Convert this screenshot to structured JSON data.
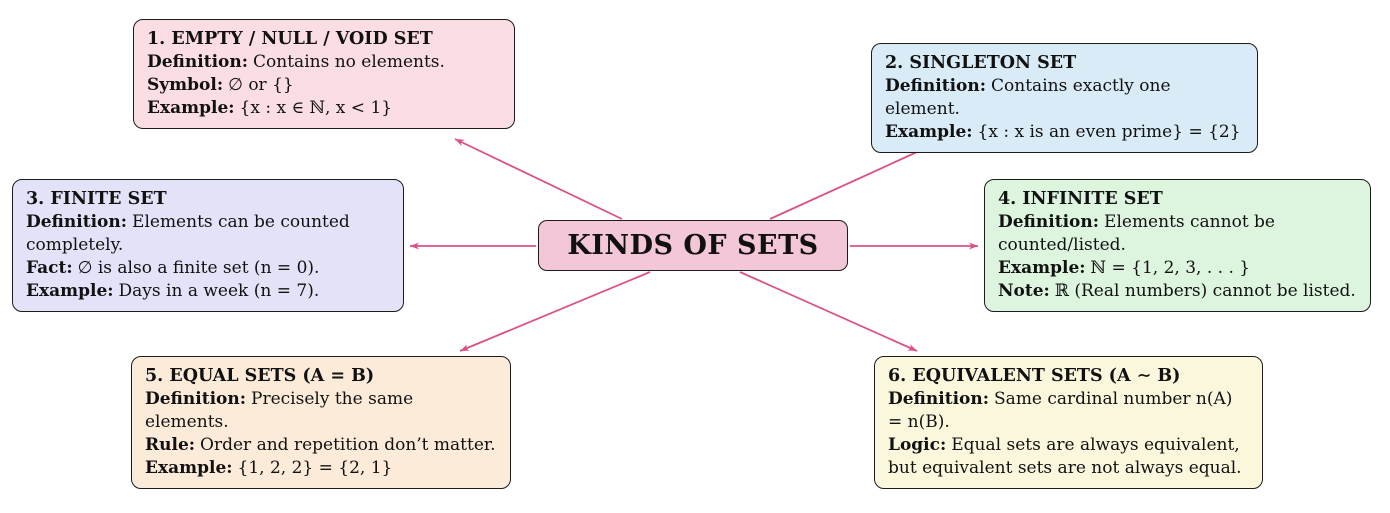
{
  "diagram": {
    "title": "Kinds of Sets concept map",
    "center": {
      "id": "kinds-of-sets",
      "label": "KINDS OF SETS",
      "bg_color": "#f3c6d8"
    },
    "arrow_color": "#db5087",
    "border_color": "#1c1c1c",
    "boxes": [
      {
        "id": "empty-null-void-set",
        "title": "1. EMPTY / NULL / VOID SET",
        "bg_color": "#fbdee3",
        "lines": [
          {
            "label": "Definition:",
            "text": "Contains no elements."
          },
          {
            "label": "Symbol:",
            "text": "∅ or {}"
          },
          {
            "label": "Example:",
            "text": "{x : x ∈ ℕ, x < 1}"
          }
        ]
      },
      {
        "id": "singleton-set",
        "title": "2. SINGLETON SET",
        "bg_color": "#d8ebf7",
        "lines": [
          {
            "label": "Definition:",
            "text": "Contains exactly one element."
          },
          {
            "label": "Example:",
            "text": "{x : x is an even prime} = {2}"
          }
        ]
      },
      {
        "id": "finite-set",
        "title": "3. FINITE SET",
        "bg_color": "#e2e2f8",
        "lines": [
          {
            "label": "Definition:",
            "text": "Elements can be counted completely."
          },
          {
            "label": "Fact:",
            "text": "∅ is also a finite set (n = 0)."
          },
          {
            "label": "Example:",
            "text": "Days in a week (n = 7)."
          }
        ]
      },
      {
        "id": "infinite-set",
        "title": "4. INFINITE SET",
        "bg_color": "#ddf5df",
        "lines": [
          {
            "label": "Definition:",
            "text": "Elements cannot be counted/listed."
          },
          {
            "label": "Example:",
            "text": "ℕ = {1, 2, 3, . . . }"
          },
          {
            "label": "Note:",
            "text": "ℝ (Real numbers) cannot be listed."
          }
        ]
      },
      {
        "id": "equal-sets",
        "title": "5. EQUAL SETS (A = B)",
        "bg_color": "#fcebd9",
        "lines": [
          {
            "label": "Definition:",
            "text": "Precisely the same elements."
          },
          {
            "label": "Rule:",
            "text": "Order and repetition don’t matter."
          },
          {
            "label": "Example:",
            "text": "{1, 2, 2} = {2, 1}"
          }
        ]
      },
      {
        "id": "equivalent-sets",
        "title": "6. EQUIVALENT SETS (A ∼ B)",
        "bg_color": "#faf7dd",
        "lines": [
          {
            "label": "Definition:",
            "text": "Same cardinal number n(A) = n(B)."
          },
          {
            "label": "Logic:",
            "text": "Equal sets are always equivalent, but equivalent sets are not always equal."
          }
        ]
      }
    ],
    "edges": [
      {
        "from": "kinds-of-sets",
        "to": "empty-null-void-set"
      },
      {
        "from": "kinds-of-sets",
        "to": "singleton-set"
      },
      {
        "from": "kinds-of-sets",
        "to": "finite-set"
      },
      {
        "from": "kinds-of-sets",
        "to": "infinite-set"
      },
      {
        "from": "kinds-of-sets",
        "to": "equal-sets"
      },
      {
        "from": "kinds-of-sets",
        "to": "equivalent-sets"
      }
    ]
  }
}
